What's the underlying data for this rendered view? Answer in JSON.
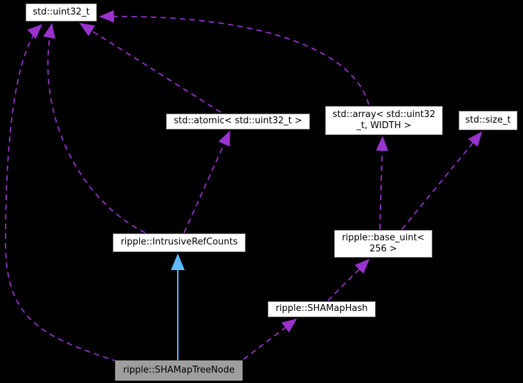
{
  "diagram": {
    "kind": "collaboration-graph",
    "background_color": "#000000",
    "colors": {
      "usage_edge": "#9a32cd",
      "inheritance_edge": "#63b8ff",
      "node_fill": "#ffffff",
      "node_border": "#7e7e7e",
      "current_node_fill": "#9e9e9e",
      "text": "#000000"
    },
    "nodes": {
      "uint32": {
        "label": "std::uint32_t"
      },
      "atomic": {
        "label": "std::atomic< std::uint32_t >"
      },
      "array": {
        "line1": "std::array< std::uint32",
        "line2": "_t, WIDTH >"
      },
      "sizet": {
        "label": "std::size_t"
      },
      "intrusive": {
        "label": "ripple::IntrusiveRefCounts"
      },
      "baseuint": {
        "line1": "ripple::base_uint<",
        "line2": "256 >"
      },
      "hash": {
        "label": "ripple::SHAMapHash"
      },
      "treenode": {
        "label": "ripple::SHAMapTreeNode"
      }
    },
    "edges": [
      {
        "from": "ripple::SHAMapTreeNode",
        "to": "std::uint32_t",
        "style": "dashed-usage"
      },
      {
        "from": "ripple::IntrusiveRefCounts",
        "to": "std::uint32_t",
        "style": "dashed-usage"
      },
      {
        "from": "std::atomic< std::uint32_t >",
        "to": "std::uint32_t",
        "style": "dashed-usage"
      },
      {
        "from": "std::array< std::uint32_t, WIDTH >",
        "to": "std::uint32_t",
        "style": "dashed-usage"
      },
      {
        "from": "ripple::IntrusiveRefCounts",
        "to": "std::atomic< std::uint32_t >",
        "style": "dashed-usage"
      },
      {
        "from": "ripple::base_uint< 256 >",
        "to": "std::array< std::uint32_t, WIDTH >",
        "style": "dashed-usage"
      },
      {
        "from": "ripple::base_uint< 256 >",
        "to": "std::size_t",
        "style": "dashed-usage"
      },
      {
        "from": "ripple::SHAMapHash",
        "to": "ripple::base_uint< 256 >",
        "style": "dashed-usage"
      },
      {
        "from": "ripple::SHAMapTreeNode",
        "to": "ripple::SHAMapHash",
        "style": "dashed-usage"
      },
      {
        "from": "ripple::SHAMapTreeNode",
        "to": "ripple::IntrusiveRefCounts",
        "style": "solid-inheritance"
      }
    ]
  }
}
